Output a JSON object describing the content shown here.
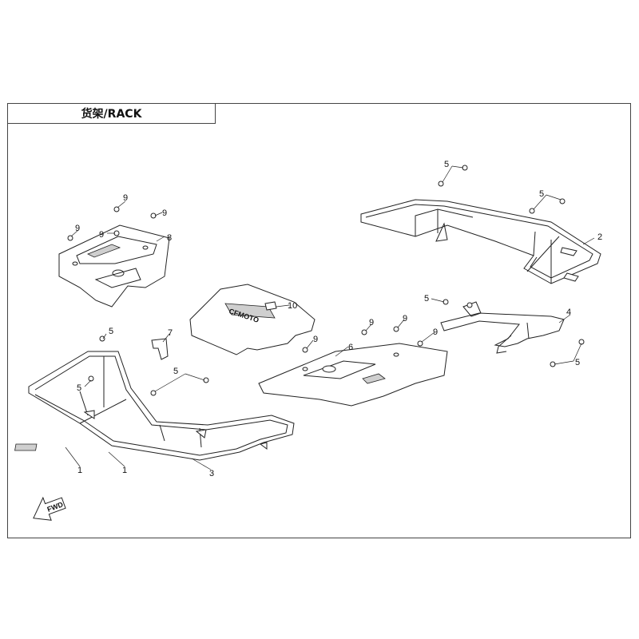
{
  "title": "货架/RACK",
  "fwd_label": "FWD",
  "callouts": {
    "c1a": "1",
    "c1b": "1",
    "c2": "2",
    "c3": "3",
    "c4": "4",
    "c5a": "5",
    "c5b": "5",
    "c5c": "5",
    "c5d": "5",
    "c5e": "5",
    "c5f": "5",
    "c5g": "5",
    "c6": "6",
    "c7": "7",
    "c8": "8",
    "c9a": "9",
    "c9b": "9",
    "c9c": "9",
    "c9d": "9",
    "c9e": "9",
    "c9f": "9",
    "c9g": "9",
    "c9h": "9",
    "c10": "10"
  },
  "logo_text": "CFMOTO"
}
